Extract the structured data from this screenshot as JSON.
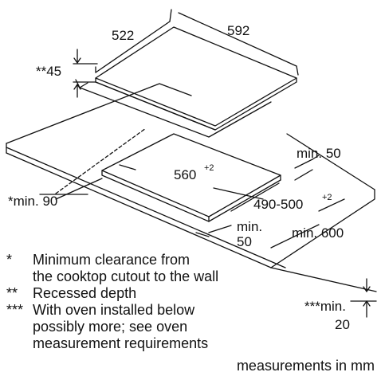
{
  "dimensions": {
    "depth": "522",
    "width": "592",
    "recessed_marker": "**45",
    "cutout_width": "560",
    "cutout_width_tol": "+2",
    "cutout_depth": "490-500",
    "cutout_depth_tol": "+2",
    "min_right": "min. 50",
    "min_back": "*min. 90",
    "min_front_a": "min.",
    "min_front_b": "50",
    "min_600": "min. 600",
    "min_oven_a": "***min.",
    "min_oven_b": "20"
  },
  "legend": [
    {
      "mark": "*",
      "lines": [
        "Minimum clearance from",
        "the cooktop cutout to the wall"
      ]
    },
    {
      "mark": "**",
      "lines": [
        "Recessed depth"
      ]
    },
    {
      "mark": "***",
      "lines": [
        "With oven installed below",
        "possibly more; see oven",
        "measurement requirements"
      ]
    }
  ],
  "footer": "measurements in mm"
}
